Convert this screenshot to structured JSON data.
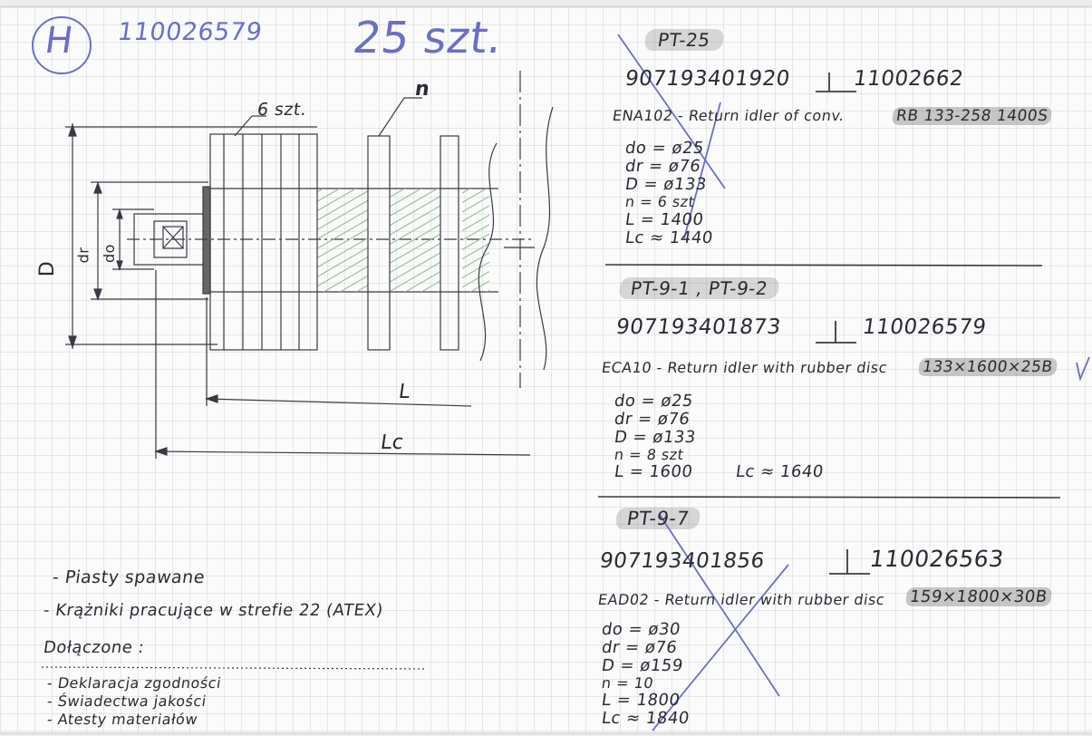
{
  "header": {
    "circle_letter": "H",
    "order_number": "110026579",
    "quantity": "25 szt."
  },
  "drawing": {
    "disc_count_label": "6 szt.",
    "n_label": "n",
    "dim_D": "D",
    "dim_dr": "dr",
    "dim_do": "do",
    "dim_L": "L",
    "dim_Lc": "Lc"
  },
  "notes": {
    "line1": "- Piasty spawane",
    "line2": "- Krążniki pracujące w strefie 22 (ATEX)",
    "attached_heading": "Dołączone :",
    "att1": "- Deklaracja zgodności",
    "att2": "- Świadectwa jakości",
    "att3": "- Atesty materiałów"
  },
  "items": [
    {
      "tag": "PT-25",
      "code": "907193401920",
      "ref": "11002662",
      "description": "ENA102 - Return idler of conv.",
      "spec": "RB 133-258 1400S",
      "params": [
        "do = ø25",
        "dr = ø76",
        "D = ø133",
        "n = 6 szt",
        "L = 1400",
        "Lc ≈ 1440"
      ],
      "crossed_out": true
    },
    {
      "tag": "PT-9-1 , PT-9-2",
      "code": "907193401873",
      "ref": "110026579",
      "description": "ECA10 - Return idler with rubber disc",
      "spec": "133×1600×25B",
      "params": [
        "do = ø25",
        "dr = ø76",
        "D = ø133",
        "n = 8 szt",
        "L = 1600",
        "Lc ≈ 1640"
      ],
      "crossed_out": false,
      "check_mark": "V"
    },
    {
      "tag": "PT-9-7",
      "code": "907193401856",
      "ref": "110026563",
      "description": "EAD02 - Return idler with rubber disc",
      "spec": "159×1800×30B",
      "params": [
        "do = ø30",
        "dr = ø76",
        "D = ø159",
        "n = 10",
        "L = 1800",
        "Lc ≈ 1840"
      ],
      "crossed_out": true
    }
  ],
  "colors": {
    "blue_ink": "#6a6fc8",
    "pencil": "#2b2b35",
    "highlight": "#8a8a8a",
    "hatch_green": "#9fc7a0"
  }
}
